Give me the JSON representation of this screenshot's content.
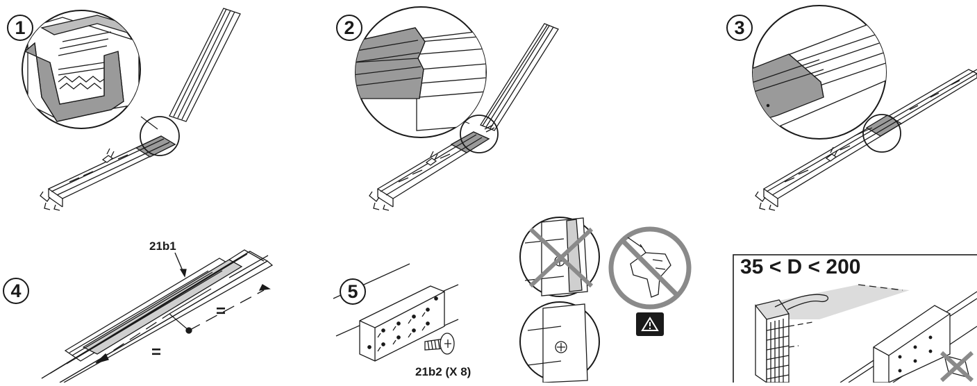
{
  "steps": [
    {
      "number": "1"
    },
    {
      "number": "2"
    },
    {
      "number": "3"
    },
    {
      "number": "4"
    },
    {
      "number": "5"
    }
  ],
  "labels": {
    "part_cover": "21b1",
    "part_screws": "21b2 (X 8)",
    "equal_left": "=",
    "equal_right": "=",
    "distance_range": "35 < D < 200"
  },
  "icons": {
    "warning": "warning-triangle-icon",
    "no_drill": "no-drill-icon",
    "screw": "screw-icon"
  },
  "colors": {
    "line": "#1a1a1a",
    "highlight_gray": "#9a9a9a",
    "light_gray": "#cfcfcf"
  }
}
